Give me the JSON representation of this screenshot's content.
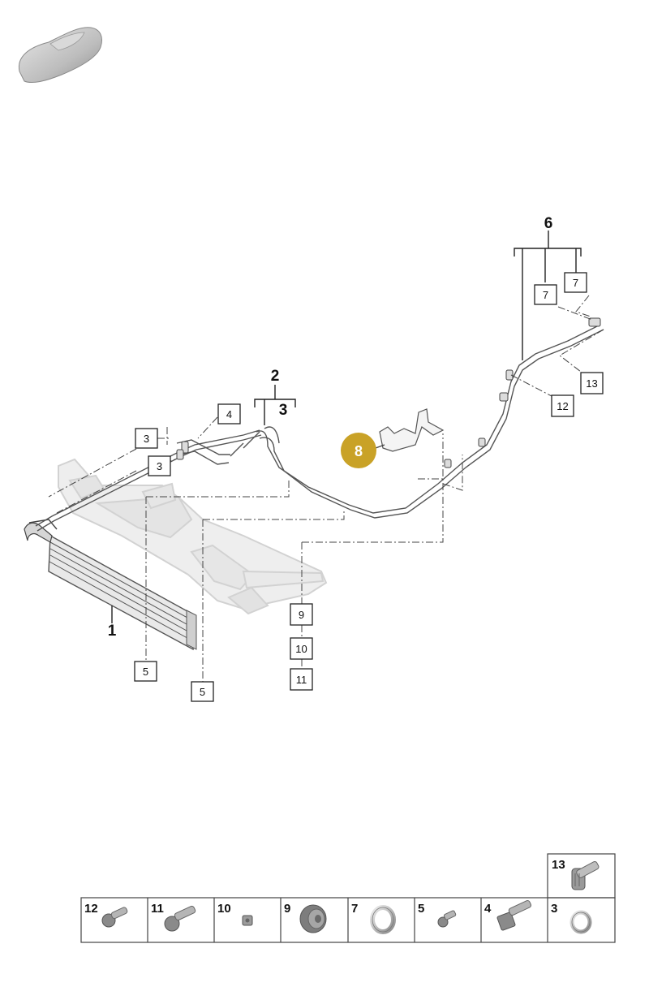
{
  "diagram": {
    "highlight_color": "#C9A227",
    "callout_8": "8",
    "group_2": {
      "number": "2",
      "sub": "3"
    },
    "group_6": {
      "number": "6"
    },
    "labels": {
      "n1": "1",
      "b3a": "3",
      "b3b": "3",
      "b4": "4",
      "b5a": "5",
      "b5b": "5",
      "b7a": "7",
      "b7b": "7",
      "b9": "9",
      "b10": "10",
      "b11": "11",
      "b12": "12",
      "b13": "13"
    }
  },
  "parts_table": {
    "top_row": [
      {
        "num": "13",
        "icon": "collar-bolt-icon"
      }
    ],
    "bottom_row": [
      {
        "num": "12",
        "icon": "bolt-icon"
      },
      {
        "num": "11",
        "icon": "long-bolt-icon"
      },
      {
        "num": "10",
        "icon": "clip-nut-icon"
      },
      {
        "num": "9",
        "icon": "rubber-grommet-icon"
      },
      {
        "num": "7",
        "icon": "seal-ring-icon"
      },
      {
        "num": "5",
        "icon": "small-screw-icon"
      },
      {
        "num": "4",
        "icon": "flange-bolt-icon"
      },
      {
        "num": "3",
        "icon": "o-ring-icon"
      }
    ]
  }
}
